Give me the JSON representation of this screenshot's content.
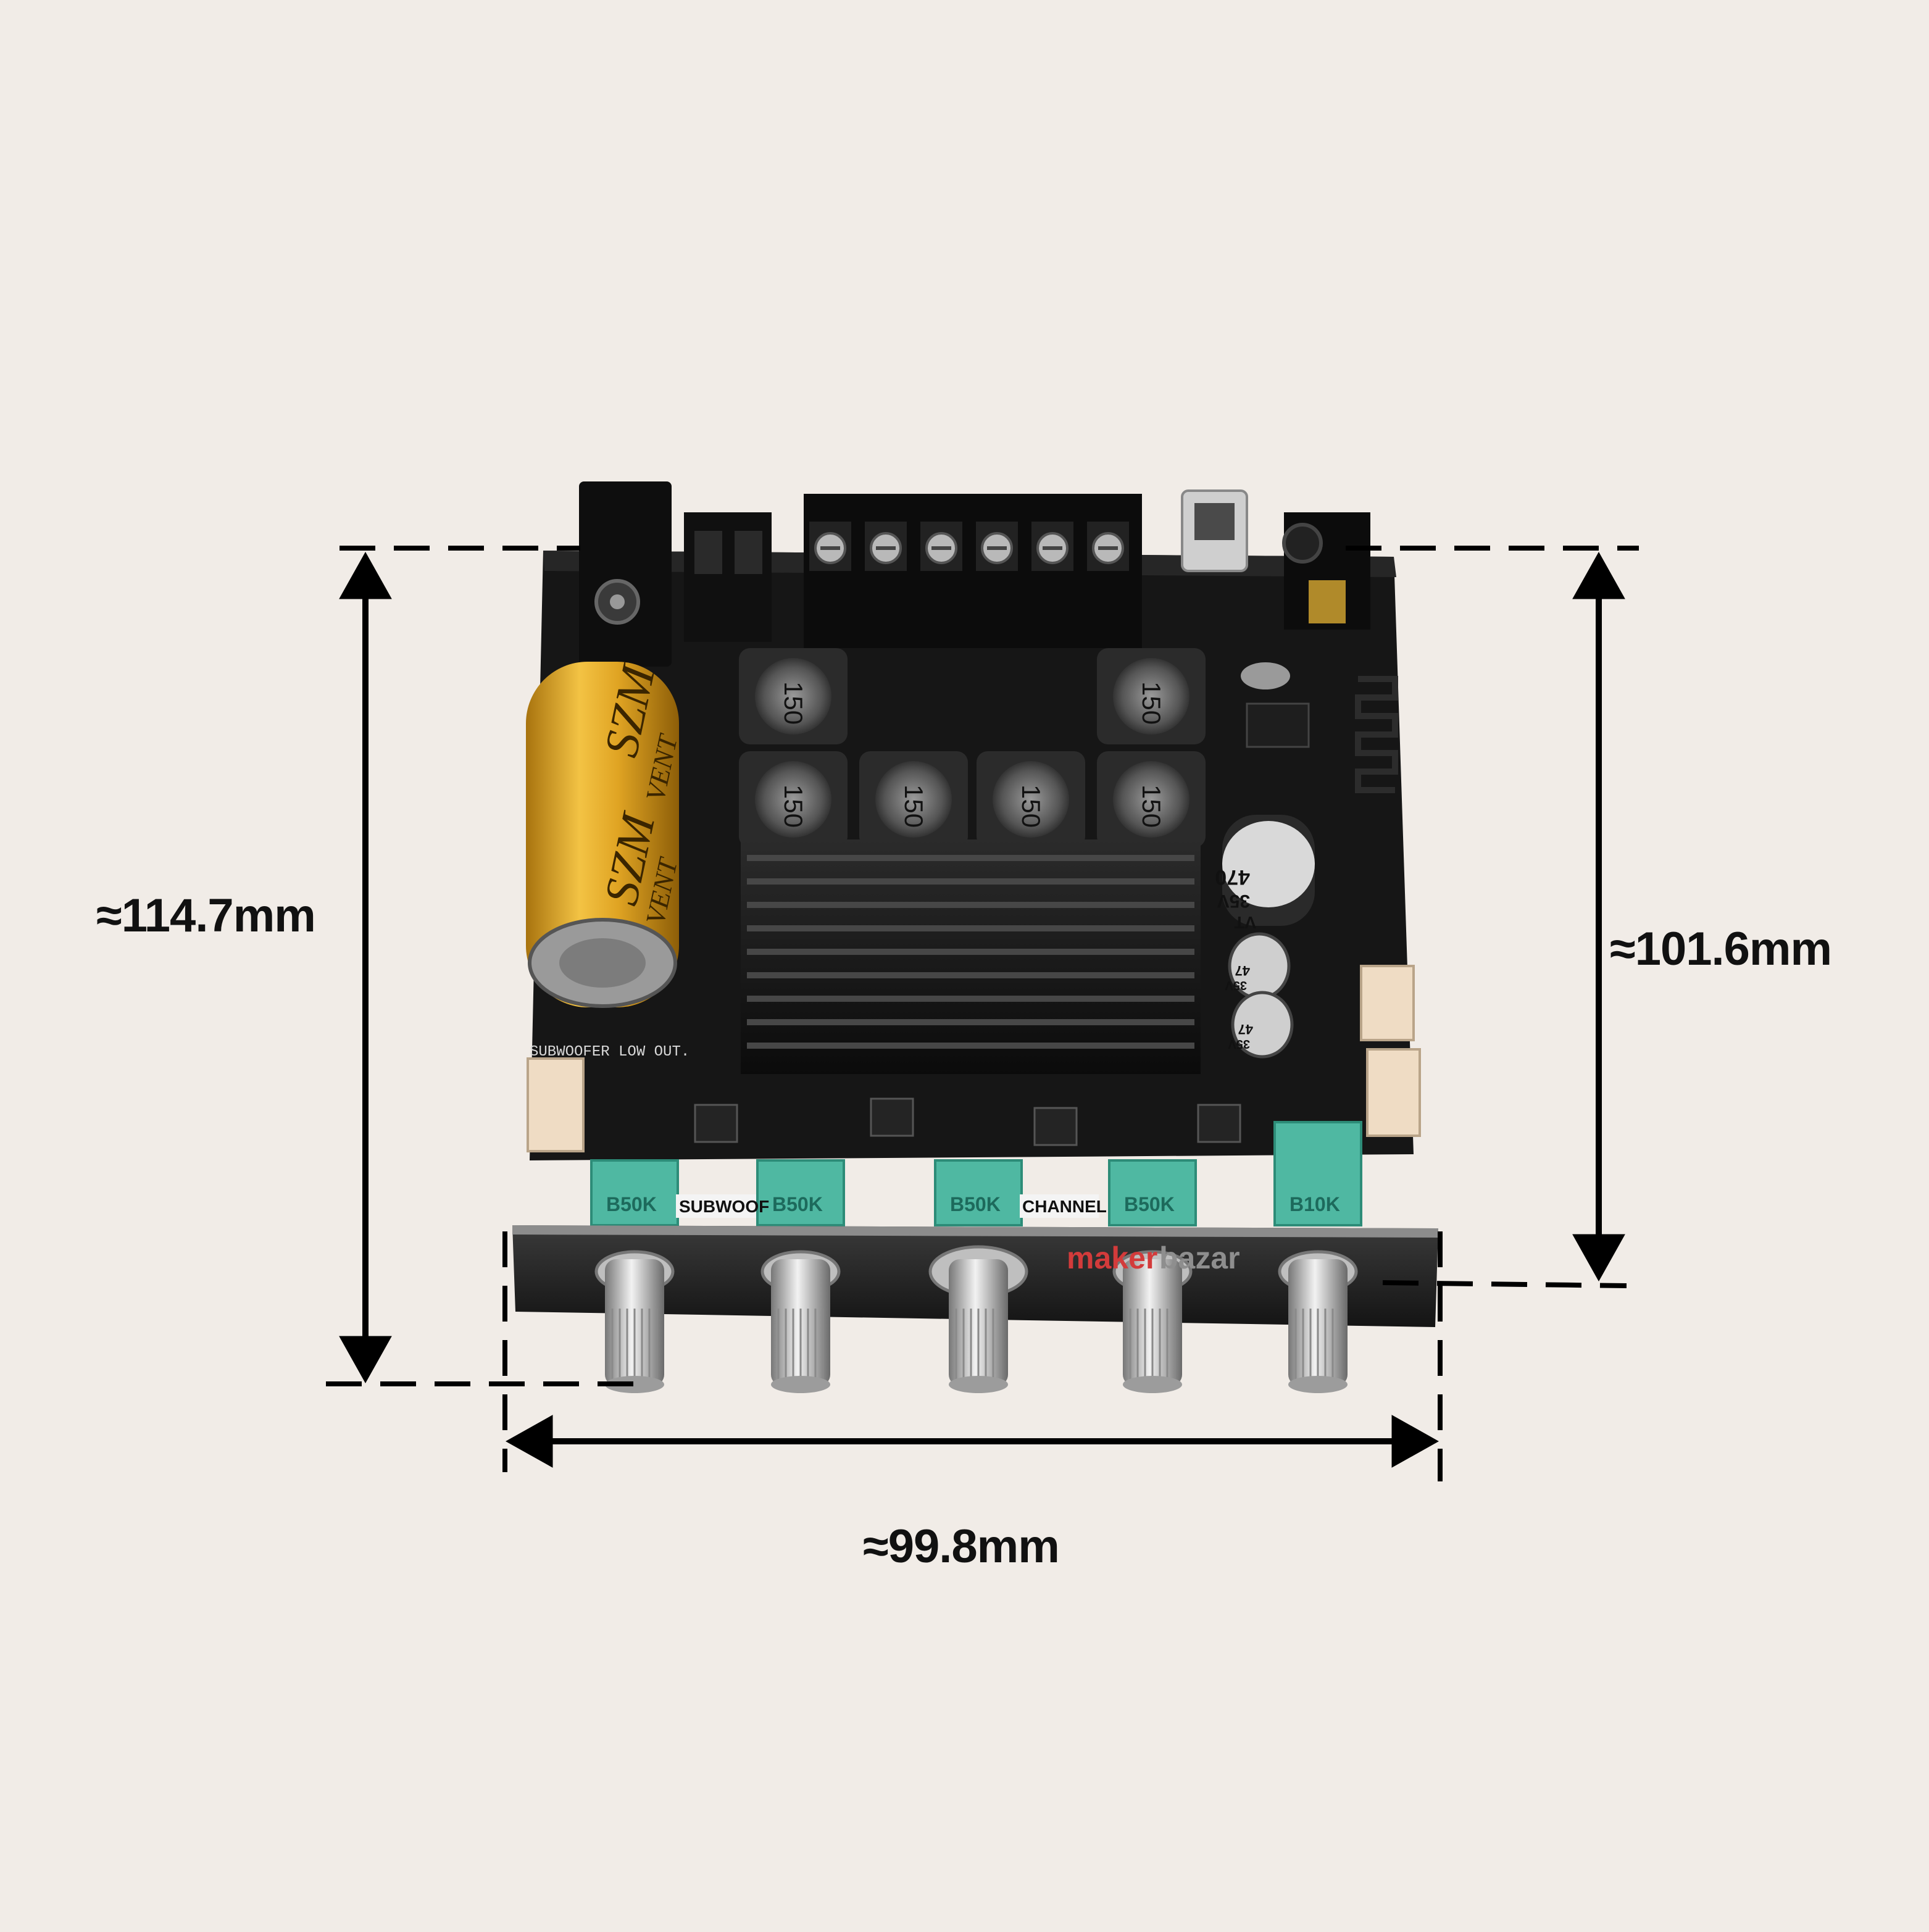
{
  "dimensions": {
    "height_total": "≈114.7mm",
    "height_board": "≈101.6mm",
    "width": "≈99.8mm"
  },
  "board": {
    "silkscreen_subwoofer_out": "SUBWOOFER LOW OUT.",
    "silkscreen_subwoofer": "SUBWOOF",
    "silkscreen_channel": "CHANNEL",
    "capacitor_brand": "SZM",
    "capacitor_vent": "VENT",
    "inductor_value": "150",
    "cap_470": "470",
    "cap_35v": "35V",
    "cap_vt": "VT",
    "cap_47": "47",
    "pot_b50k": "B50K",
    "pot_b10k": "B10K"
  },
  "brand": {
    "part1": "maker",
    "part2": "bazar"
  },
  "colors": {
    "background": "#f1ece7",
    "pcb": "#1a1a1a",
    "capacitor_gold": "#e3a92a",
    "pot_teal": "#4fb8a2",
    "arrows": "#000000"
  }
}
